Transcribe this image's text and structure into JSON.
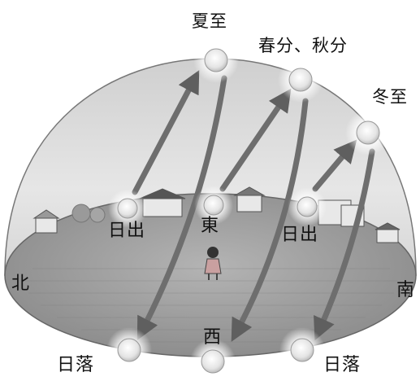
{
  "labels": {
    "summer_solstice": "夏至",
    "equinox": "春分、秋分",
    "winter_solstice": "冬至",
    "sunrise": "日出",
    "sunset": "日落",
    "east": "東",
    "west": "西",
    "north": "北",
    "south": "南"
  },
  "colors": {
    "dome": "#9a9a9a",
    "ground": "#8c8c8c",
    "arrow": "#6e6e6e",
    "sun": "#f2f2f2"
  }
}
